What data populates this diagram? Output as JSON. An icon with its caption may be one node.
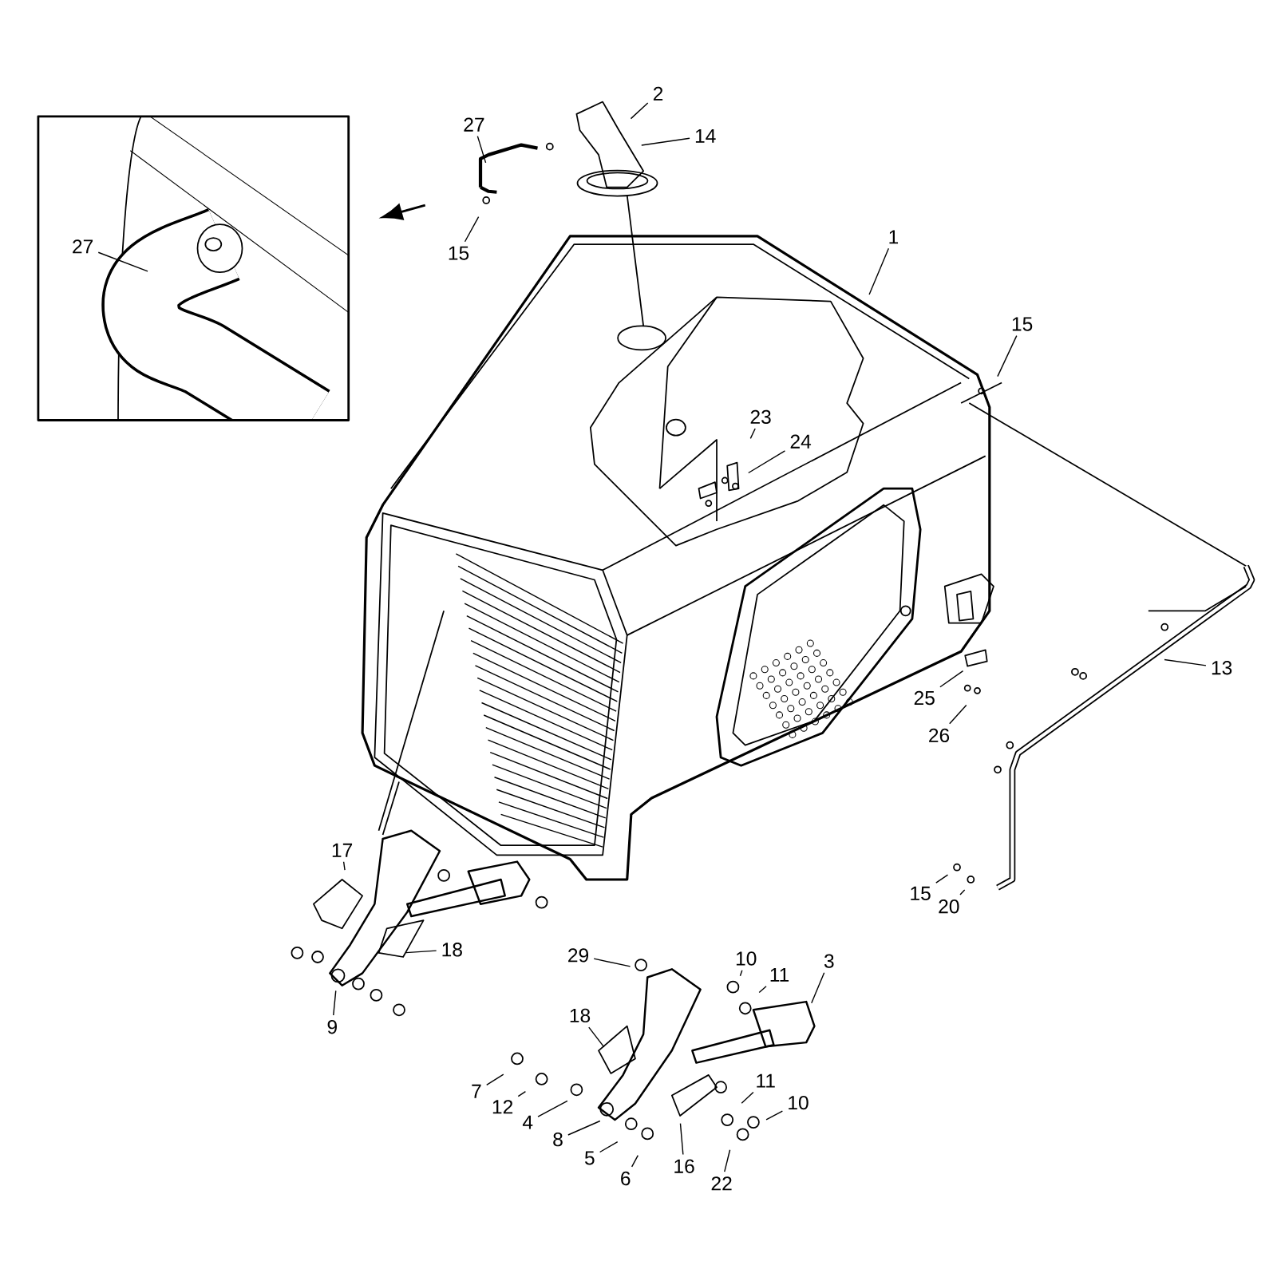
{
  "diagram": {
    "nodes": [
      {
        "text": [],
        "shape": "box"
      },
      {
        "text": [
          "27"
        ],
        "in": 0
      },
      {
        "text": [
          "2"
        ]
      },
      {
        "text": [
          "27"
        ]
      },
      {
        "text": [
          "14"
        ]
      },
      {
        "text": [
          "15"
        ]
      },
      {
        "text": [
          "1"
        ]
      },
      {
        "text": [
          "15"
        ]
      },
      {
        "text": [
          "23"
        ]
      },
      {
        "text": [
          "24"
        ]
      },
      {
        "text": [
          "13"
        ]
      },
      {
        "text": [
          "25"
        ]
      },
      {
        "text": [
          "26"
        ]
      },
      {
        "text": [
          "17"
        ]
      },
      {
        "text": [
          "15"
        ]
      },
      {
        "text": [
          "20"
        ]
      },
      {
        "text": [
          "18"
        ]
      },
      {
        "text": [
          "29"
        ]
      },
      {
        "text": [
          "10"
        ]
      },
      {
        "text": [
          "11"
        ]
      },
      {
        "text": [
          "3"
        ]
      },
      {
        "text": [
          "9"
        ]
      },
      {
        "text": [
          "18"
        ]
      },
      {
        "text": [
          "7"
        ]
      },
      {
        "text": [
          "11"
        ]
      },
      {
        "text": [
          "12"
        ]
      },
      {
        "text": [
          "10"
        ]
      },
      {
        "text": [
          "4"
        ]
      },
      {
        "text": [
          "8"
        ]
      },
      {
        "text": [
          "5"
        ]
      },
      {
        "text": [
          "16"
        ]
      },
      {
        "text": [
          "6"
        ]
      },
      {
        "text": [
          "22"
        ]
      }
    ],
    "edges": [
      {
        "from": 1,
        "to": null,
        "arrow": "none"
      },
      {
        "from": 2,
        "to": null,
        "arrow": "none"
      },
      {
        "from": 3,
        "to": null,
        "arrow": "none"
      },
      {
        "from": 4,
        "to": null,
        "arrow": "none"
      },
      {
        "from": 5,
        "to": null,
        "arrow": "none"
      },
      {
        "from": 6,
        "to": null,
        "arrow": "none"
      },
      {
        "from": 7,
        "to": null,
        "arrow": "none"
      },
      {
        "from": 8,
        "to": null,
        "arrow": "none"
      },
      {
        "from": 9,
        "to": null,
        "arrow": "none"
      },
      {
        "from": 10,
        "to": null,
        "arrow": "none"
      },
      {
        "from": 11,
        "to": null,
        "arrow": "none"
      },
      {
        "from": 12,
        "to": null,
        "arrow": "none"
      },
      {
        "from": 13,
        "to": null,
        "arrow": "none"
      },
      {
        "from": 14,
        "to": null,
        "arrow": "none"
      },
      {
        "from": 15,
        "to": null,
        "arrow": "none"
      },
      {
        "from": 16,
        "to": null,
        "arrow": "none"
      },
      {
        "from": 17,
        "to": null,
        "arrow": "none"
      },
      {
        "from": 18,
        "to": null,
        "arrow": "none"
      },
      {
        "from": 19,
        "to": null,
        "arrow": "none"
      },
      {
        "from": 20,
        "to": null,
        "arrow": "none"
      },
      {
        "from": 21,
        "to": null,
        "arrow": "none"
      },
      {
        "from": 22,
        "to": null,
        "arrow": "none"
      },
      {
        "from": 23,
        "to": null,
        "arrow": "none"
      },
      {
        "from": 24,
        "to": null,
        "arrow": "none"
      },
      {
        "from": 25,
        "to": null,
        "arrow": "none"
      },
      {
        "from": 26,
        "to": null,
        "arrow": "none"
      },
      {
        "from": 27,
        "to": null,
        "arrow": "none"
      },
      {
        "from": 28,
        "to": null,
        "arrow": "none"
      },
      {
        "from": 29,
        "to": null,
        "arrow": "none"
      },
      {
        "from": 30,
        "to": null,
        "arrow": "none"
      },
      {
        "from": 31,
        "to": null,
        "arrow": "none"
      },
      {
        "from": 32,
        "to": null,
        "arrow": "none"
      }
    ]
  }
}
